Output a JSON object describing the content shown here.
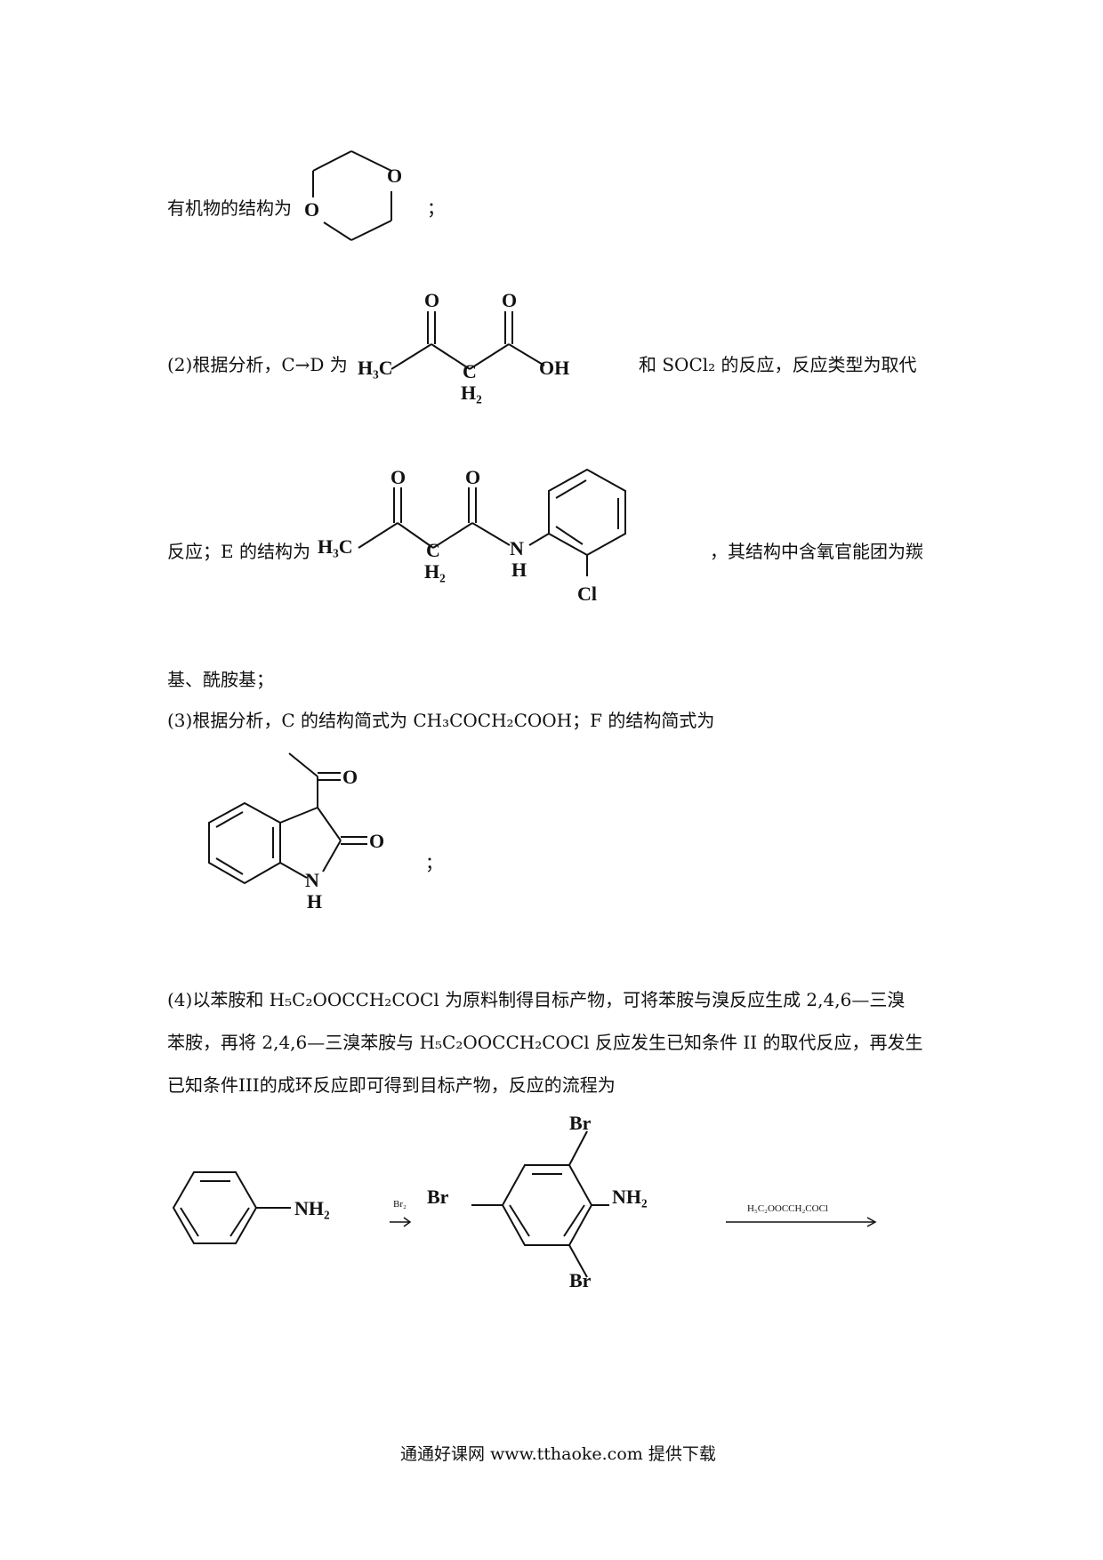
{
  "lines": {
    "l1": "有机物的结构为",
    "l1_end": "；",
    "l2a": "(2)根据分析，C→D 为",
    "l2b": "和 SOCl₂ 的反应，反应类型为取代",
    "l3a": "反应；E 的结构为",
    "l3b": "，其结构中含氧官能团为羰",
    "l4": "基、酰胺基；",
    "l5": "(3)根据分析，C 的结构简式为 CH₃COCH₂COOH；F 的结构简式为",
    "l6_end": "；",
    "l7": "(4)以苯胺和 H₅C₂OOCCH₂COCl 为原料制得目标产物，可将苯胺与溴反应生成 2,4,6—三溴",
    "l8": "苯胺，再将 2,4,6—三溴苯胺与 H₅C₂OOCCH₂COCl 反应发生已知条件 II 的取代反应，再发生",
    "l9": "已知条件III的成环反应即可得到目标产物，反应的流程为"
  },
  "atoms": {
    "O": "O",
    "OH": "OH",
    "H3C": "H₃C",
    "C": "C",
    "H2": "H₂",
    "N": "N",
    "H": "H",
    "Cl": "Cl",
    "Br": "Br",
    "NH2": "NH₂"
  },
  "reagents": {
    "br2": "Br₂",
    "acyl": "H₅C₂OOCCH₂COCl"
  },
  "footer": "通通好课网  www.tthaoke.com  提供下载"
}
